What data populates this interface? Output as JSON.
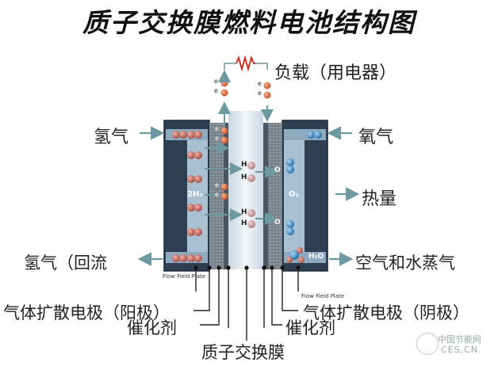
{
  "title": "质子交换膜燃料电池结构图",
  "labels": {
    "load": "负载（用电器）",
    "hydrogen_in": "氢气",
    "oxygen_in": "氧气",
    "heat": "热量",
    "hydrogen_return": "氢气（回流",
    "air_water": "空气和水蒸气",
    "anode_gdl": "气体扩散电极（阳极）",
    "anode_catalyst": "催化剂",
    "membrane": "质子交换膜",
    "cathode_gdl": "气体扩散电极（阴极）",
    "cathode_catalyst": "催化剂"
  },
  "inner": {
    "h2": "2H₂",
    "o2": "O₂",
    "h2o": "H₂O",
    "e": "e",
    "h": "H",
    "o": "O",
    "flow_left": "Flow Field Plate",
    "flow_right": "Flow Field Plate"
  },
  "watermark": {
    "cn": "中国节能网",
    "en": "CES.CN"
  },
  "colors": {
    "plate": "#3c4f63",
    "plate_light": "#9fb7cc",
    "gdl": "#8c949c",
    "membrane": "#dde7ef",
    "electron": "#d7663c",
    "proton": "#c9a9a6",
    "oxygen": "#3b8bc7",
    "hydrogen_atom": "#c96a5b",
    "arrow": "#6d9aa0",
    "resistor": "#cc3322"
  }
}
